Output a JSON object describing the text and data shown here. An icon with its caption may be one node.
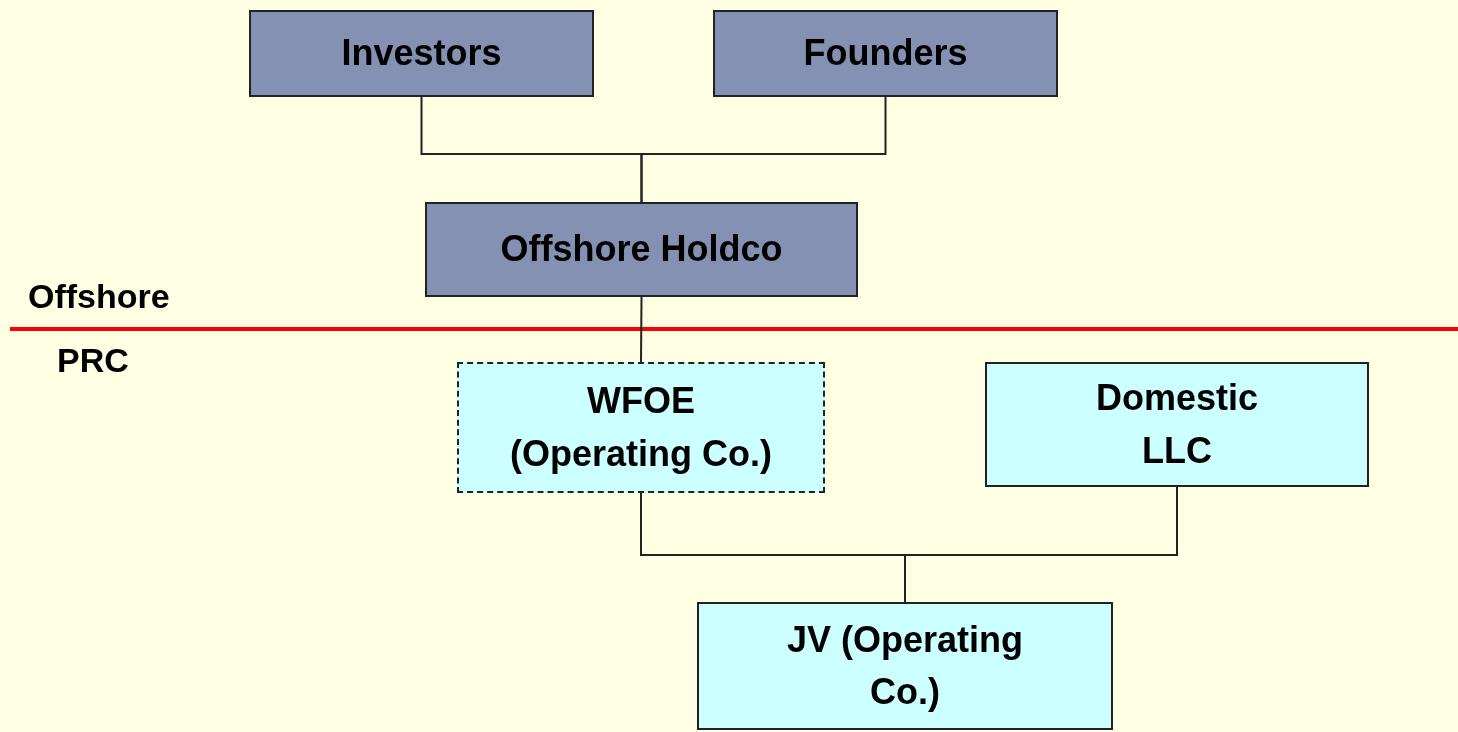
{
  "diagram": {
    "nodes": [
      {
        "text": [
          "Investors"
        ]
      },
      {
        "text": [
          "Founders"
        ]
      },
      {
        "text": [
          "Offshore Holdco"
        ]
      },
      {
        "text": [
          "WFOE (Operating Co.)"
        ]
      },
      {
        "text": [
          "Domestic LLC"
        ]
      },
      {
        "text": [
          "JV (Operating Co.)"
        ]
      }
    ],
    "edges": [
      {
        "from": 0,
        "to": 2,
        "arrow": "none"
      },
      {
        "from": 1,
        "to": 2,
        "arrow": "none"
      },
      {
        "from": 2,
        "to": 3,
        "arrow": "none"
      },
      {
        "from": 3,
        "to": 5,
        "arrow": "none"
      },
      {
        "from": 4,
        "to": 5,
        "arrow": "none"
      }
    ],
    "labels": [
      "Offshore",
      "PRC"
    ]
  }
}
